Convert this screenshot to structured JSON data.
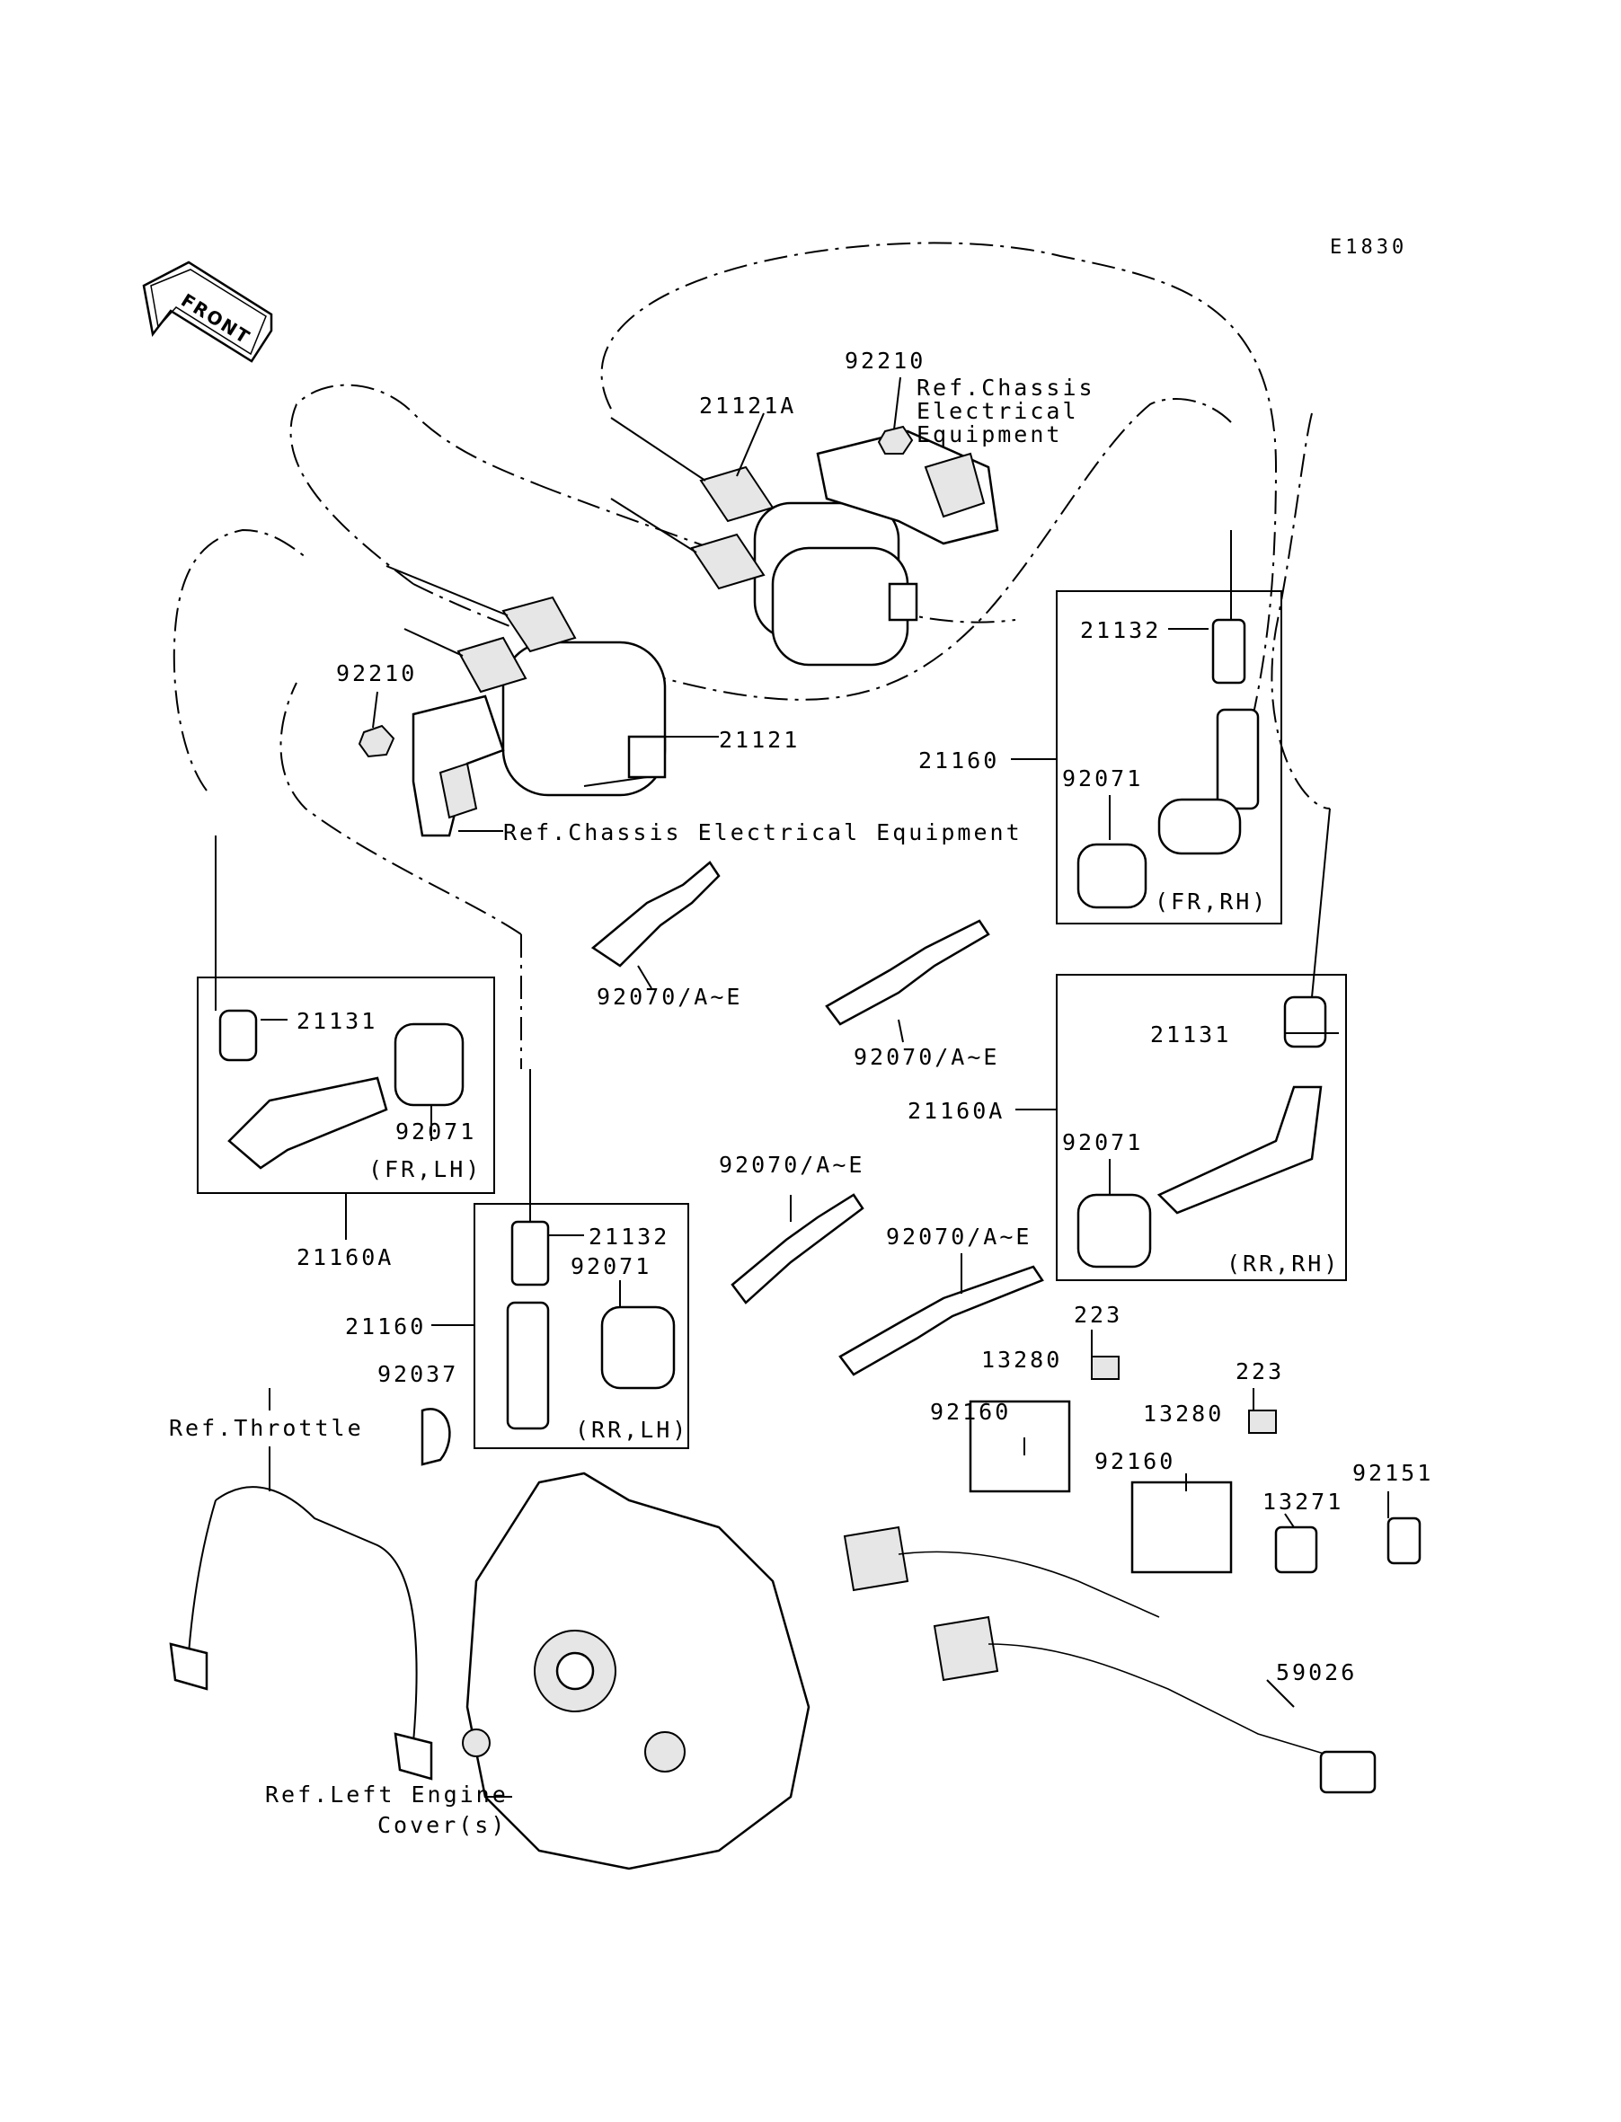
{
  "diagram_code": "E1830",
  "front_label": "FRONT",
  "labels": {
    "p92210_top": "92210",
    "ref_chassis_top_1": "Ref.Chassis",
    "ref_chassis_top_2": "Electrical",
    "ref_chassis_top_3": "Equipment",
    "p21121A": "21121A",
    "p92210_left": "92210",
    "p21121": "21121",
    "ref_chassis_mid": "Ref.Chassis Electrical Equipment",
    "p21132_fr_rh": "21132",
    "p21160_fr_rh": "21160",
    "p92071_fr_rh": "92071",
    "fr_rh": "(FR,RH)",
    "p92070_a": "92070/A~E",
    "p92070_b": "92070/A~E",
    "p21131_fr_lh": "21131",
    "p92071_fr_lh": "92071",
    "fr_lh": "(FR,LH)",
    "p21160A_fr_lh": "21160A",
    "p21131_rr_rh": "21131",
    "p21160A_rr_rh": "21160A",
    "p92071_rr_rh": "92071",
    "rr_rh": "(RR,RH)",
    "p92070_c": "92070/A~E",
    "p92070_d": "92070/A~E",
    "p21132_rr_lh": "21132",
    "p92071_rr_lh": "92071",
    "p21160_rr_lh": "21160",
    "rr_lh": "(RR,LH)",
    "p92037": "92037",
    "ref_throttle": "Ref.Throttle",
    "p223_a": "223",
    "p13280_a": "13280",
    "p92160_a": "92160",
    "p223_b": "223",
    "p13280_b": "13280",
    "p92160_b": "92160",
    "p92151": "92151",
    "p13271": "13271",
    "p59026": "59026",
    "ref_left_engine_1": "Ref.Left Engine",
    "ref_left_engine_2": "Cover(s)"
  }
}
